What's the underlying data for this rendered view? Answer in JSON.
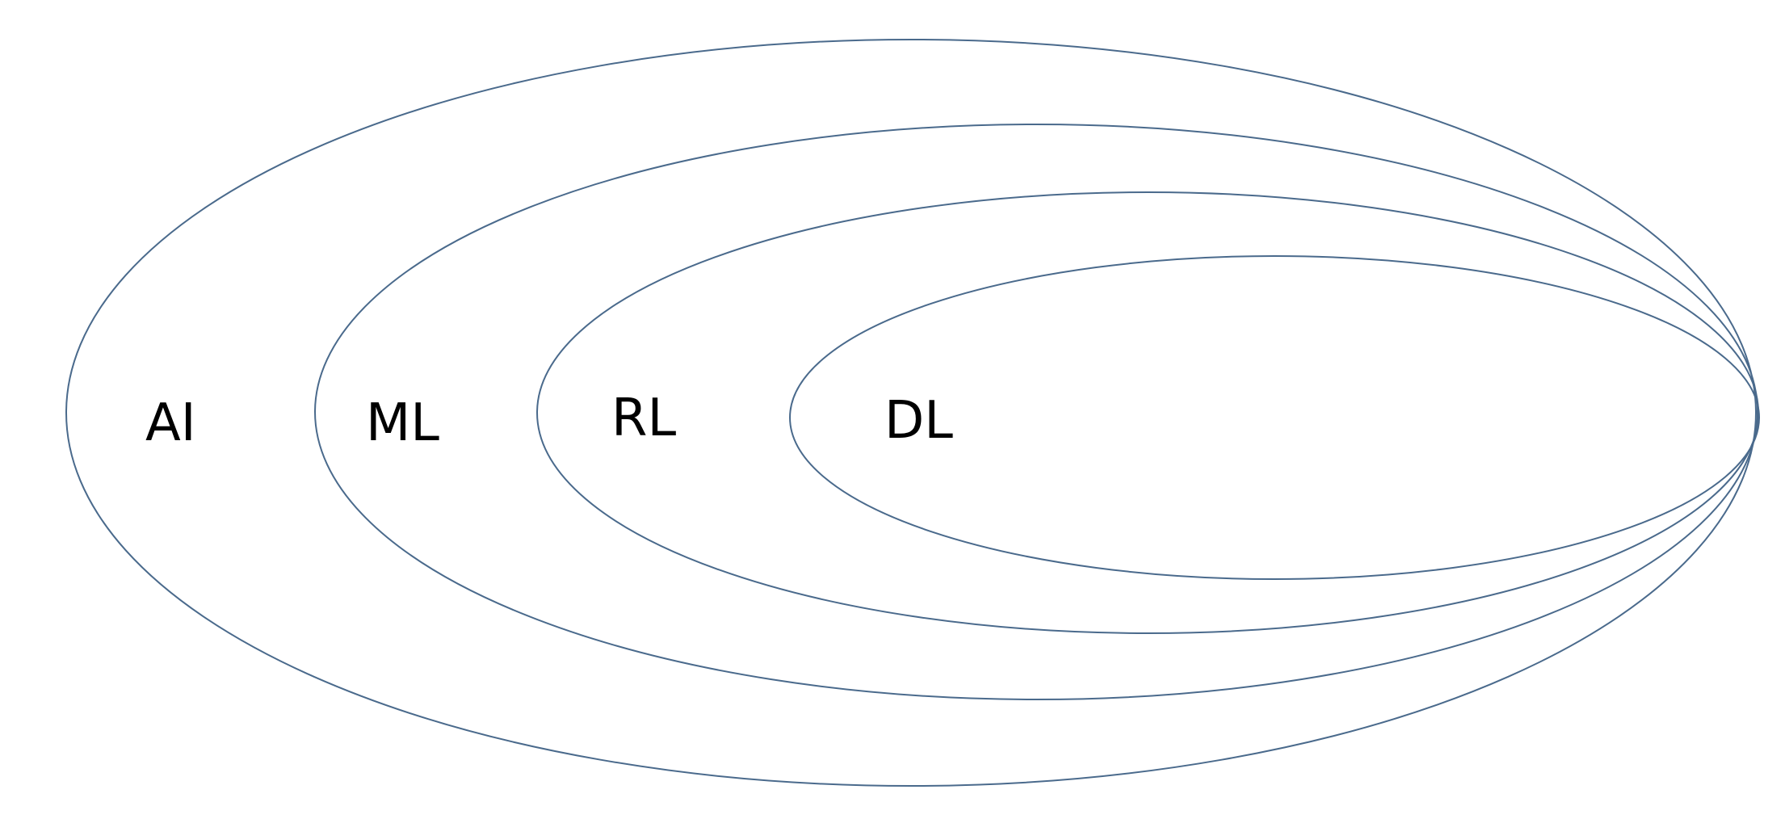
{
  "diagram": {
    "type": "nested-sets",
    "stroke_color": "#4a6a8c",
    "label_color": "#000000",
    "sets": [
      {
        "label": "AI"
      },
      {
        "label": "ML"
      },
      {
        "label": "RL"
      },
      {
        "label": "DL"
      }
    ],
    "relations": [
      {
        "outer": "AI",
        "inner": "ML"
      },
      {
        "outer": "ML",
        "inner": "RL"
      },
      {
        "outer": "RL",
        "inner": "DL"
      }
    ]
  }
}
